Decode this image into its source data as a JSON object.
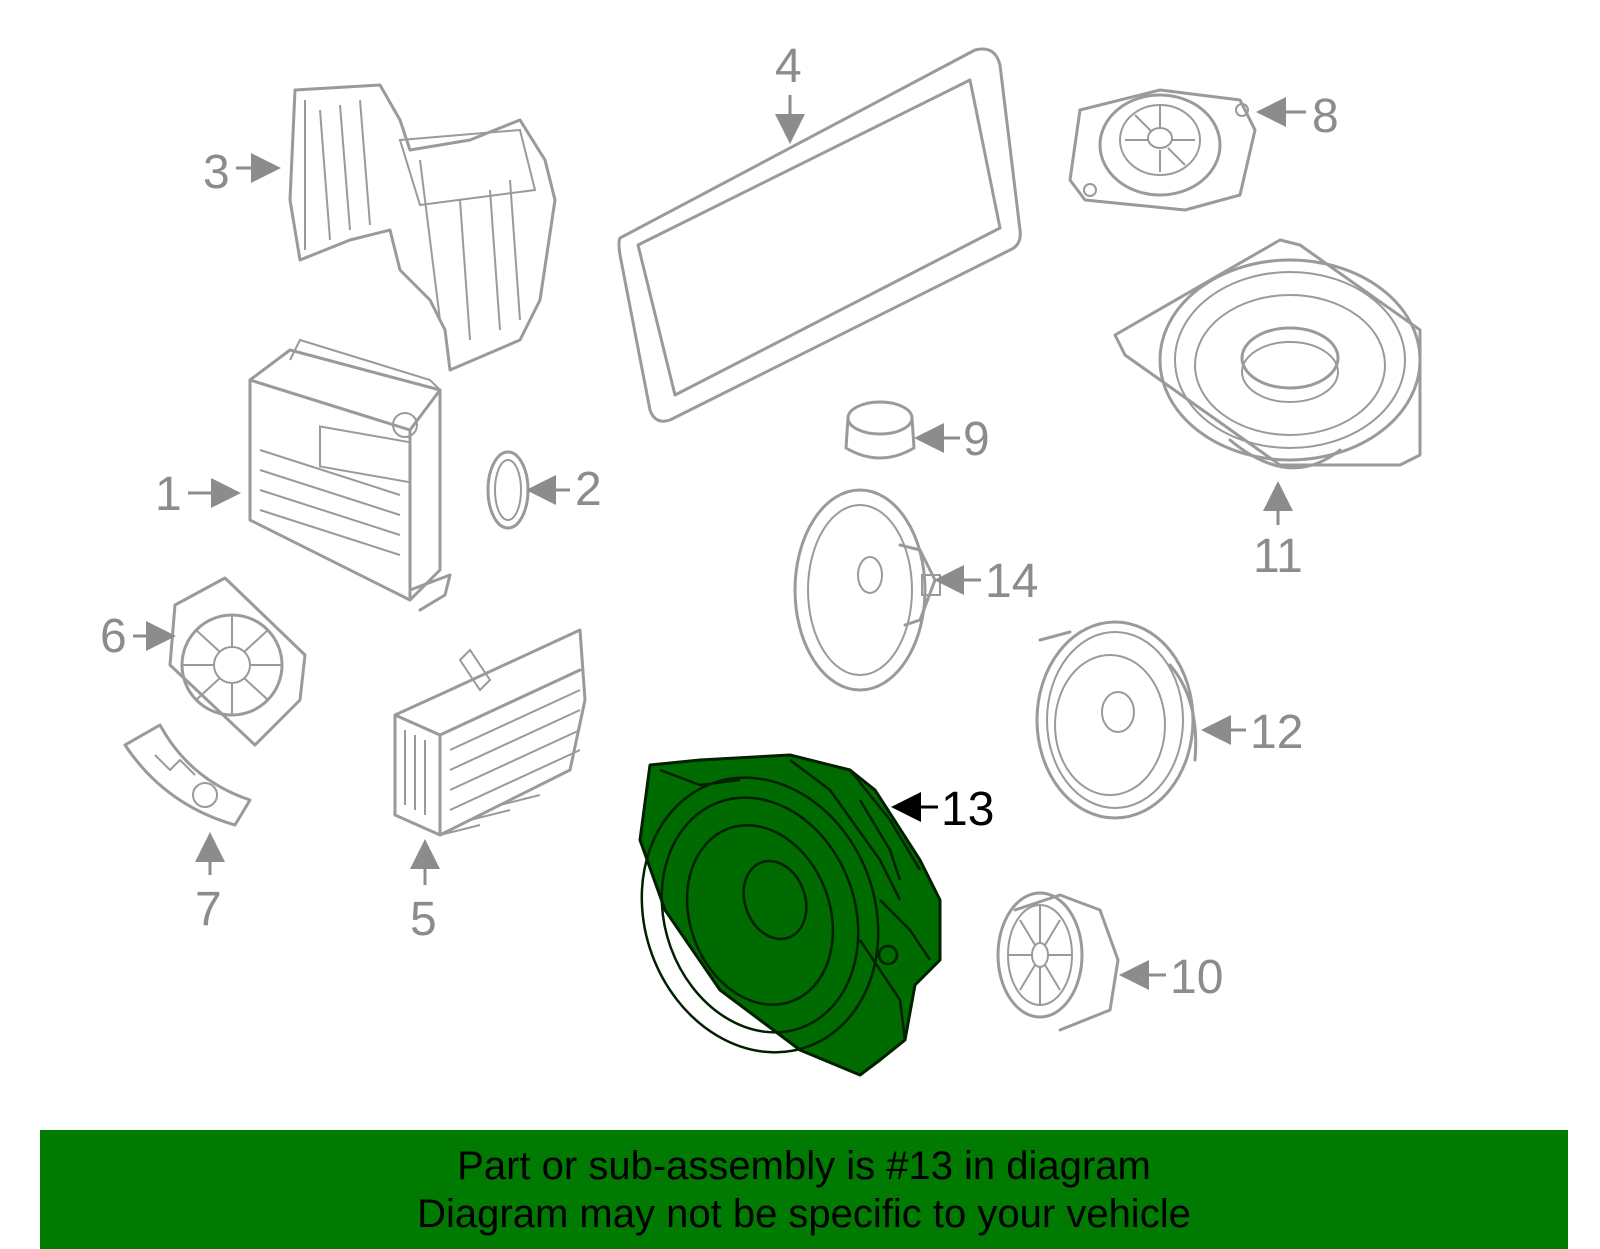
{
  "diagram": {
    "highlighted_part": "13",
    "callouts": [
      "1",
      "2",
      "3",
      "4",
      "5",
      "6",
      "7",
      "8",
      "9",
      "10",
      "11",
      "12",
      "13",
      "14"
    ]
  },
  "banner": {
    "line1": "Part or sub-assembly is #13 in diagram",
    "line2": "Diagram may not be specific to your vehicle",
    "color": "#007a00"
  },
  "colors": {
    "part_outline": "#9a9a9a",
    "highlight_fill": "#006b00",
    "callout_text": "#8c8c8c",
    "active_callout_text": "#000000"
  }
}
